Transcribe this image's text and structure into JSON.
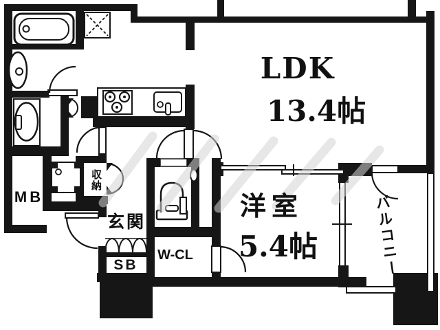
{
  "floorplan": {
    "background": "#ffffff",
    "wall_color": "#161616",
    "watermark_color": "#d4d4d4",
    "labels": {
      "ldk_name": "LDK",
      "ldk_size": "13.4帖",
      "bedroom_name": "洋室",
      "bedroom_size": "5.4帖",
      "balcony": "バルコニー",
      "entrance": "玄関",
      "shoe_box": "SB",
      "walk_in_closet": "W-CL",
      "meter_box": "MB",
      "storage": "収納"
    }
  }
}
